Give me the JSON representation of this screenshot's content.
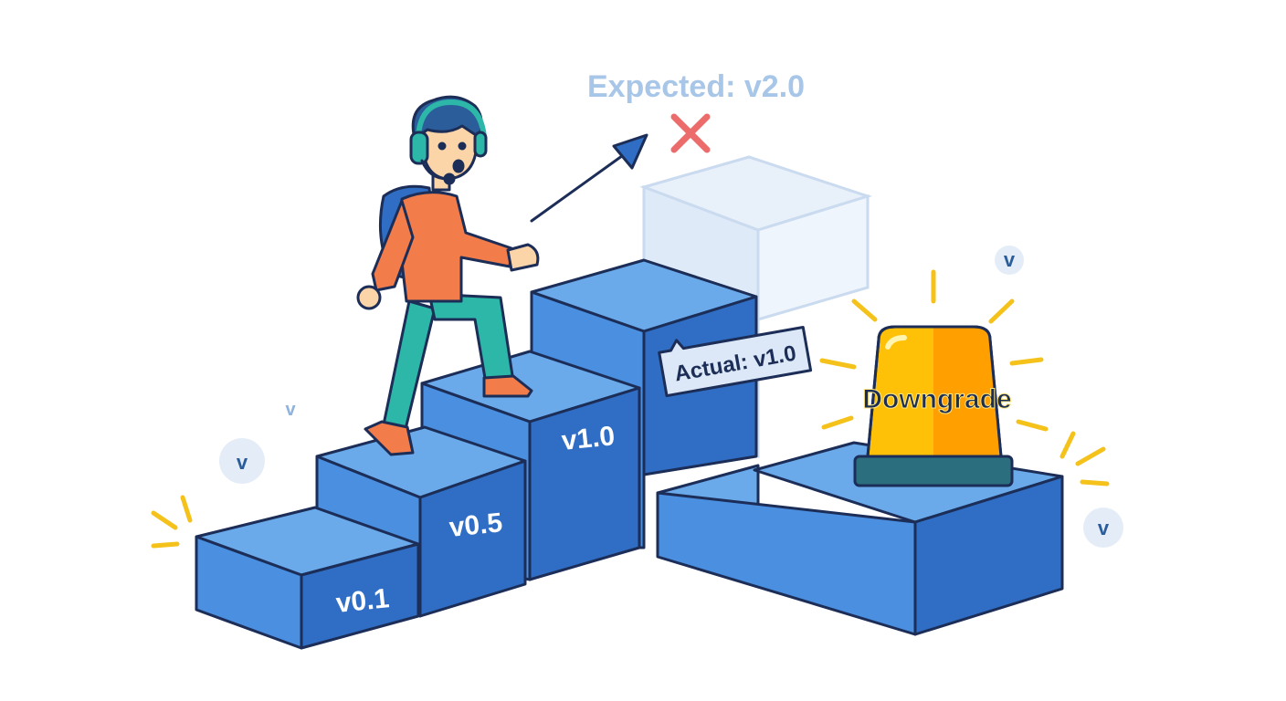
{
  "steps": [
    {
      "label": "v0.1"
    },
    {
      "label": "v0.5"
    },
    {
      "label": "v1.0"
    }
  ],
  "expected": {
    "label": "Expected: v2.0"
  },
  "actual": {
    "label": "Actual: v1.0"
  },
  "alarm": {
    "label": "Downgrade"
  },
  "badges": [
    {
      "label": "v"
    },
    {
      "label": "v"
    },
    {
      "label": "v"
    },
    {
      "label": "v"
    }
  ],
  "colors": {
    "step_top": "#6aaaea",
    "step_front": "#4a8fe0",
    "step_side": "#2f6ec4",
    "outline": "#1c2e57",
    "ghost": "#b9d1f0",
    "expected_text": "#a8c6e8",
    "cross": "#ec6b6b",
    "alarm_yellow": "#ffc107",
    "alarm_base": "#2b6f7f",
    "rays": "#f4c21a"
  }
}
